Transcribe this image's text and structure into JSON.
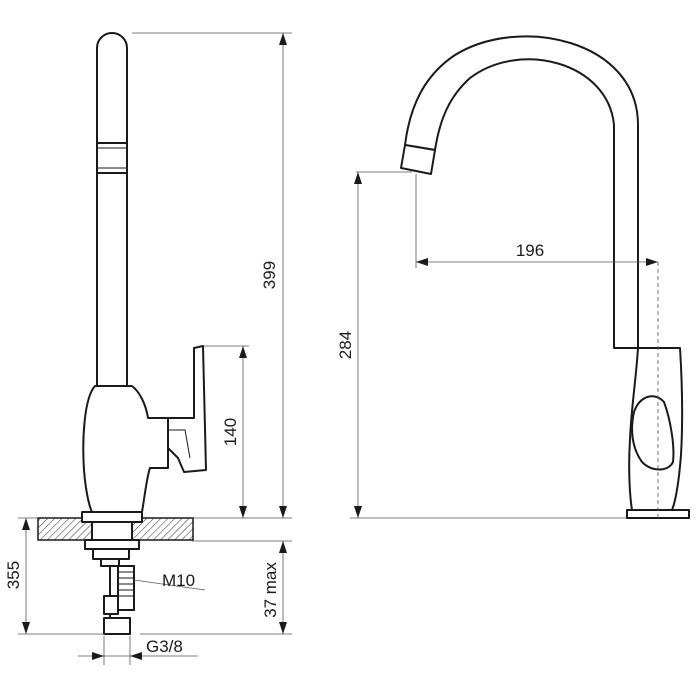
{
  "dimensions": {
    "total_height": "399",
    "lever_height": "140",
    "spout_height": "284",
    "spout_reach": "196",
    "below_counter_length": "355",
    "max_counter_thickness": "37 max",
    "thread_size": "M10",
    "hose_connector": "G3/8"
  }
}
